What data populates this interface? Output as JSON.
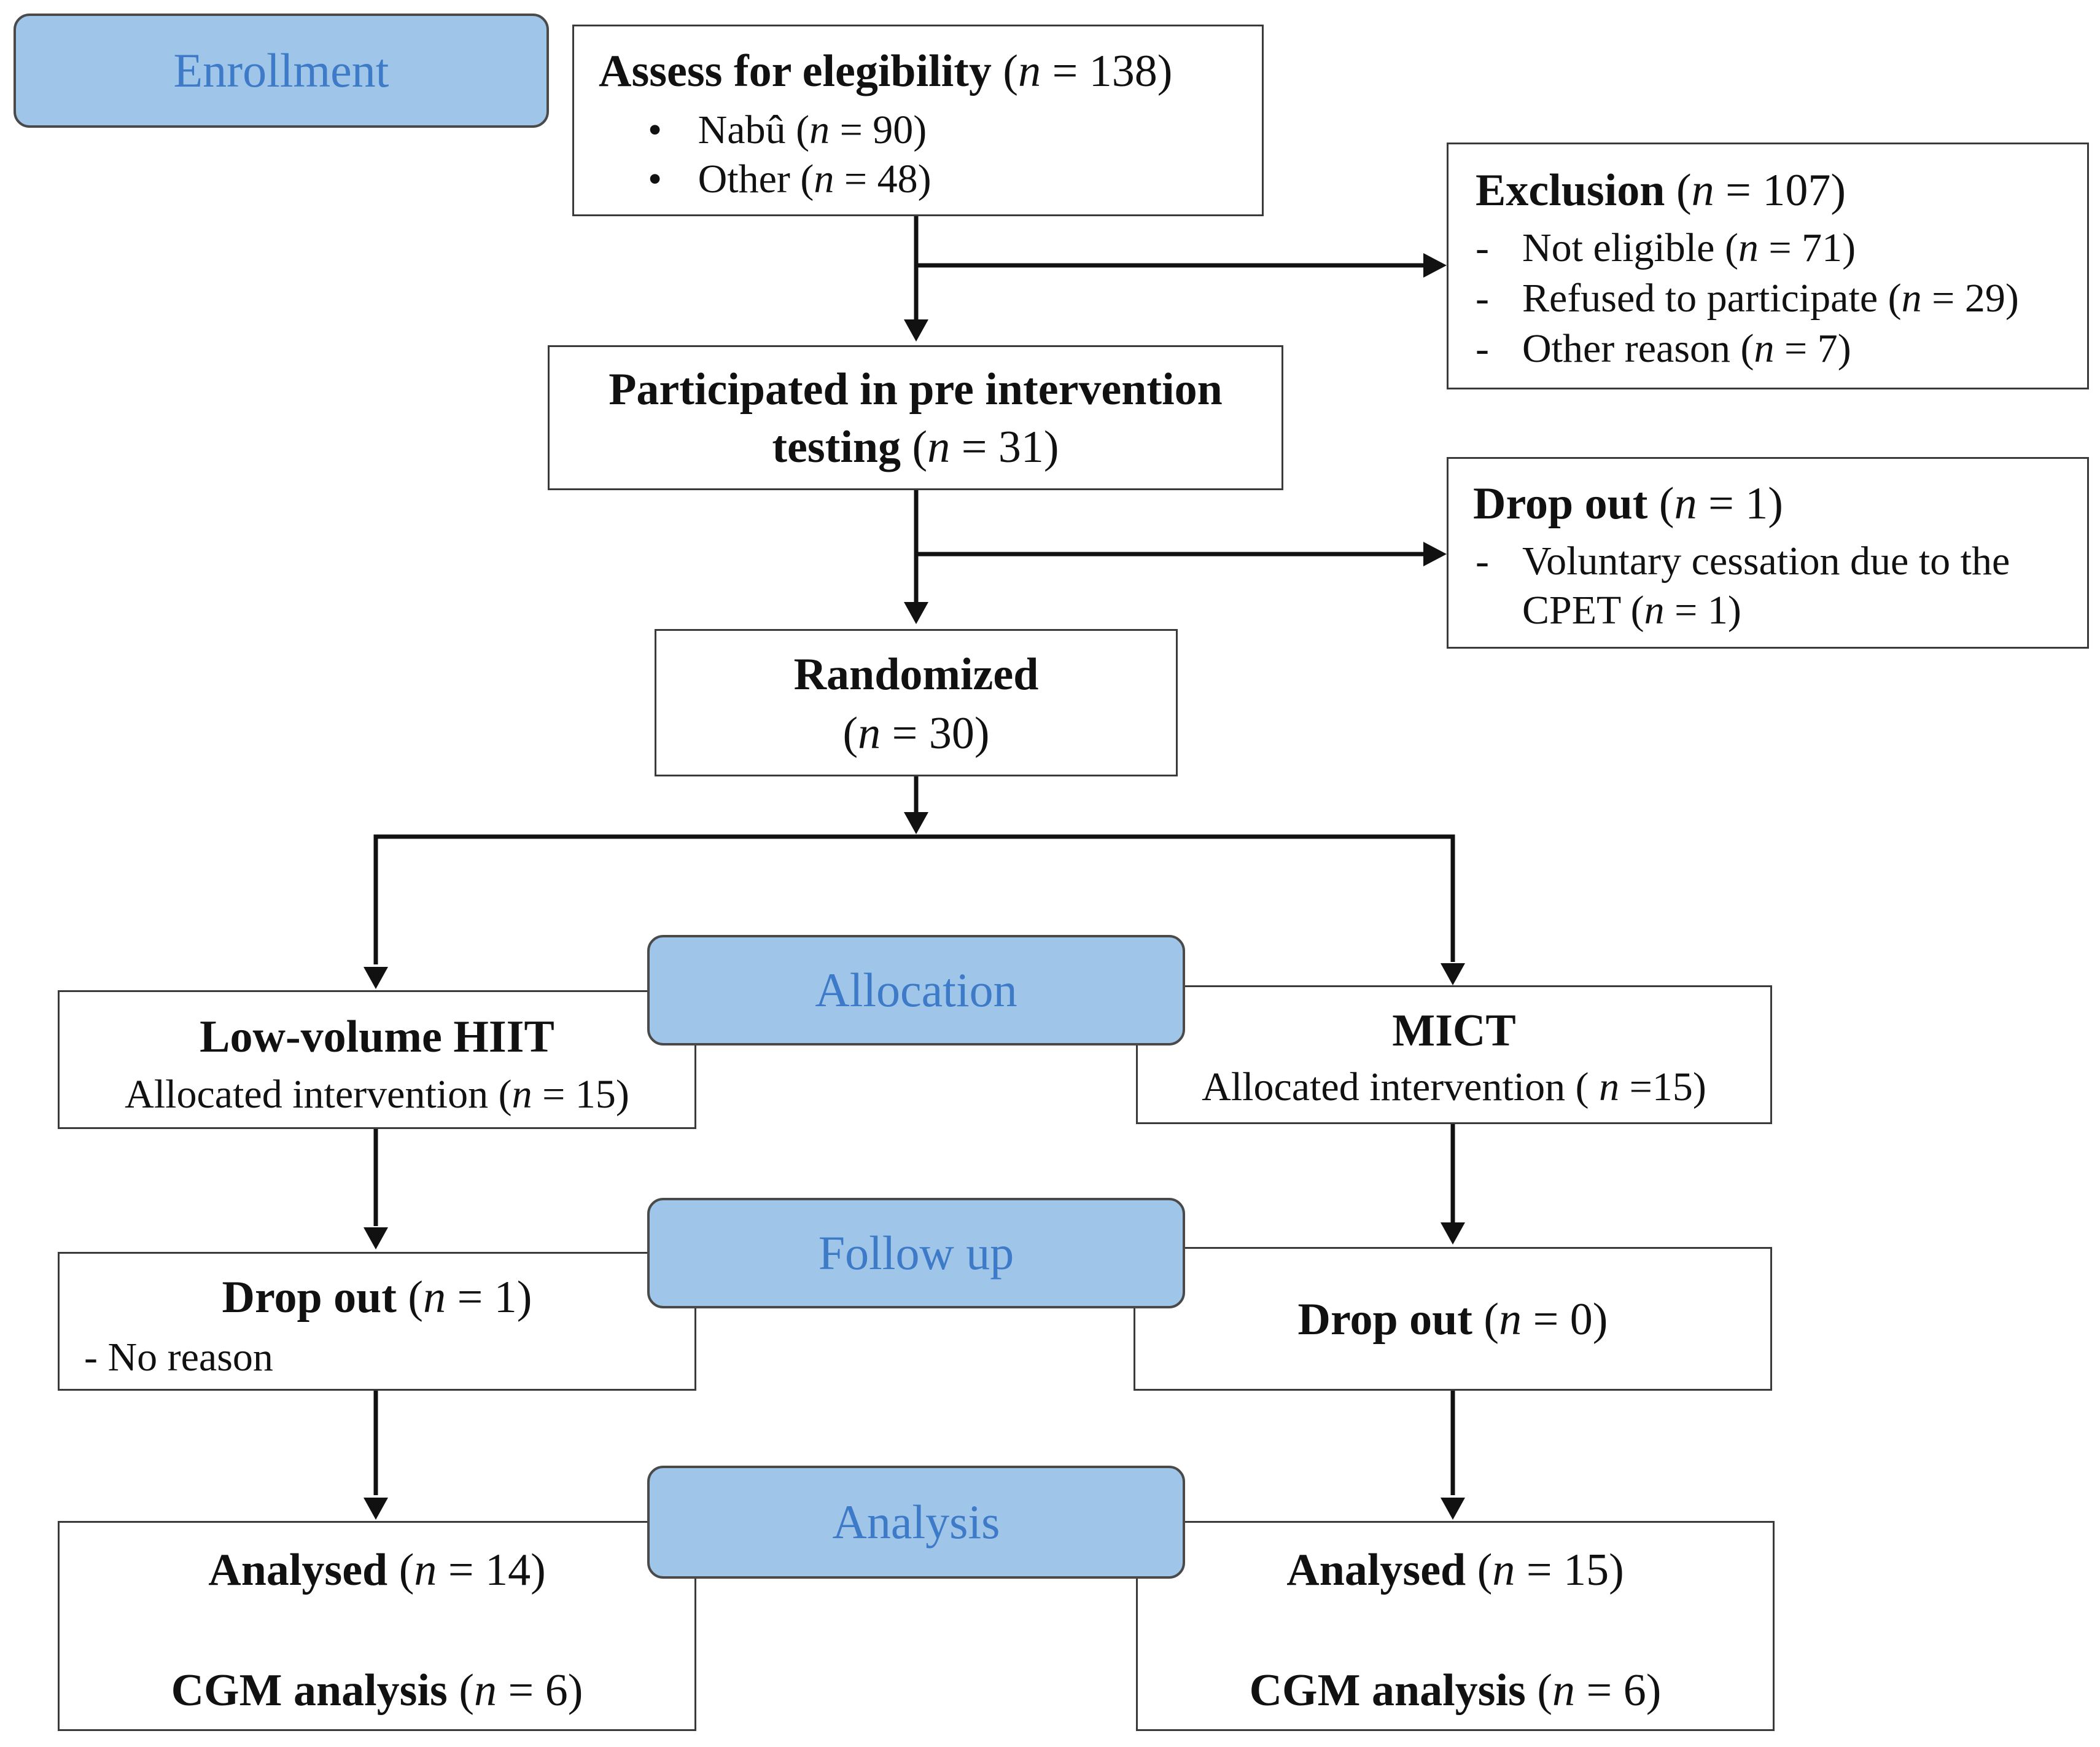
{
  "stages": {
    "enrollment": "Enrollment",
    "allocation": "Allocation",
    "follow_up": "Follow up",
    "analysis": "Analysis"
  },
  "assess": {
    "title": "Assess for elegibility",
    "n": "(n = 138)",
    "bullet": "•",
    "items": [
      {
        "label": "Nabû",
        "n": "(n = 90)"
      },
      {
        "label": "Other",
        "n": "(n = 48)"
      }
    ]
  },
  "exclusion": {
    "title": "Exclusion",
    "n": "(n = 107)",
    "dash": "-",
    "items": [
      {
        "label": "Not eligible",
        "n": "(n = 71)"
      },
      {
        "label": "Refused to participate",
        "n": "(n = 29)"
      },
      {
        "label": "Other reason",
        "n": "(n = 7)"
      }
    ]
  },
  "pre_testing": {
    "line1": "Participated in pre intervention",
    "line2": "testing",
    "n": "(n = 31)"
  },
  "dropout_pre": {
    "title": "Drop out",
    "n": "(n = 1)",
    "dash": "-",
    "line1": "Voluntary cessation due to the",
    "line2": "CPET",
    "line2_n": "(n = 1)"
  },
  "randomized": {
    "title": "Randomized",
    "n": "(n = 30)"
  },
  "hiit": {
    "title": "Low-volume HIIT",
    "allocated": "Allocated intervention",
    "allocated_n": "(n = 15)",
    "dropout_title": "Drop out",
    "dropout_n": "(n = 1)",
    "dropout_reason": "- No reason",
    "analysed": "Analysed",
    "analysed_n": "(n = 14)",
    "cgm": "CGM analysis",
    "cgm_n": "(n = 6)"
  },
  "mict": {
    "title": "MICT",
    "allocated": "Allocated intervention",
    "allocated_n": "( n =15)",
    "dropout_title": "Drop out",
    "dropout_n": "(n = 0)",
    "analysed": "Analysed",
    "analysed_n": "(n = 15)",
    "cgm": "CGM analysis",
    "cgm_n": "(n = 6)"
  }
}
